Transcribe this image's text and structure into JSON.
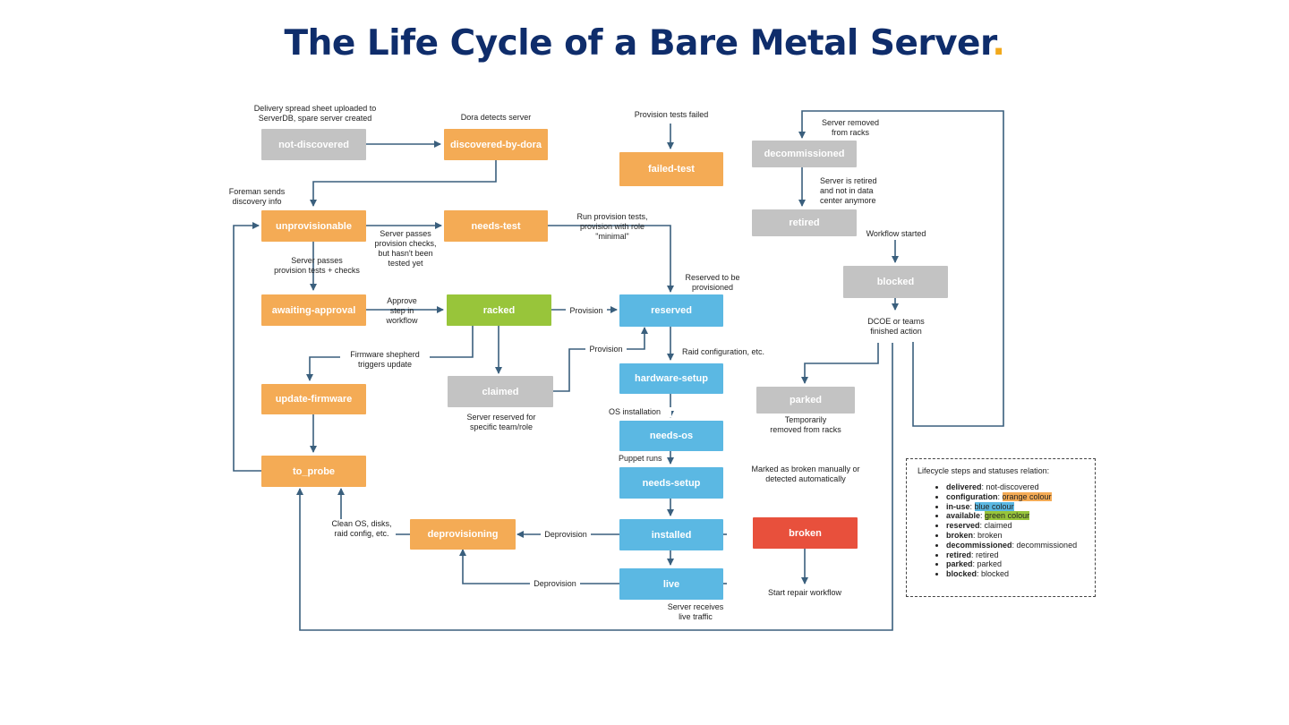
{
  "title": {
    "text": "The Life Cycle of a Bare Metal Server",
    "dot": "."
  },
  "colors": {
    "orange": "#f4ab55",
    "grey": "#c3c3c3",
    "blue": "#5bb8e3",
    "green": "#98c53a",
    "red": "#e8503c",
    "title": "#0f2d6b",
    "accent": "#f2a91c"
  },
  "nodes": {
    "not_discovered": "not-discovered",
    "discovered_by_dora": "discovered-by-dora",
    "failed_test": "failed-test",
    "decommissioned": "decommissioned",
    "retired": "retired",
    "unprovisionable": "unprovisionable",
    "needs_test": "needs-test",
    "blocked": "blocked",
    "awaiting_approval": "awaiting-approval",
    "racked": "racked",
    "reserved": "reserved",
    "claimed": "claimed",
    "hardware_setup": "hardware-setup",
    "parked": "parked",
    "update_firmware": "update-firmware",
    "needs_os": "needs-os",
    "to_probe": "to_probe",
    "needs_setup": "needs-setup",
    "deprovisioning": "deprovisioning",
    "installed": "installed",
    "broken": "broken",
    "live": "live"
  },
  "labels": {
    "delivery": "Delivery spread sheet uploaded to\nServerDB, spare server created",
    "dora_detects": "Dora detects server",
    "provision_failed": "Provision tests failed",
    "server_removed": "Server removed\nfrom racks",
    "retired_note": "Server is retired\nand not in data\ncenter anymore",
    "foreman": "Foreman sends\ndiscovery info",
    "passes_checks": "Server passes\nprovision checks,\nbut hasn't been\ntested yet",
    "run_tests": "Run provision tests,\nprovision with role\n\"minimal\"",
    "workflow_started": "Workflow started",
    "passes_tests": "Server passes\nprovision tests + checks",
    "reserved_to_be": "Reserved to be\nprovisioned",
    "approve": "Approve\nstep in\nworkflow",
    "provision1": "Provision",
    "dcoe": "DCOE or teams\nfinished action",
    "firmware": "Firmware shepherd\ntriggers update",
    "provision2": "Provision",
    "raid": "Raid configuration, etc.",
    "reserved_for": "Server reserved for\nspecific team/role",
    "temporarily": "Temporarily\nremoved from racks",
    "os_install": "OS installation",
    "puppet": "Puppet runs",
    "marked_broken": "Marked as broken manually or\ndetected automatically",
    "clean_os": "Clean OS, disks,\nraid config, etc.",
    "deprovision1": "Deprovision",
    "deprovision2": "Deprovision",
    "repair": "Start repair workflow",
    "live_traffic": "Server receives\nlive traffic"
  },
  "legend": {
    "title": "Lifecycle steps and statuses relation:",
    "items": [
      {
        "key": "delivered",
        "sep": ": ",
        "value": "not-discovered",
        "hl": ""
      },
      {
        "key": "configuration",
        "sep": ": ",
        "value": "orange colour",
        "hl": "orange"
      },
      {
        "key": "in-use",
        "sep": ": ",
        "value": "blue colour",
        "hl": "blue"
      },
      {
        "key": "available",
        "sep": ": ",
        "value": "green colour",
        "hl": "green"
      },
      {
        "key": "reserved",
        "sep": ": ",
        "value": "claimed",
        "hl": ""
      },
      {
        "key": "broken",
        "sep": ": ",
        "value": "broken",
        "hl": ""
      },
      {
        "key": "decommissioned",
        "sep": ": ",
        "value": "decommissioned",
        "hl": ""
      },
      {
        "key": "retired",
        "sep": ": ",
        "value": "retired",
        "hl": ""
      },
      {
        "key": "parked",
        "sep": ": ",
        "value": "parked",
        "hl": ""
      },
      {
        "key": "blocked",
        "sep": ": ",
        "value": "blocked",
        "hl": ""
      }
    ]
  }
}
